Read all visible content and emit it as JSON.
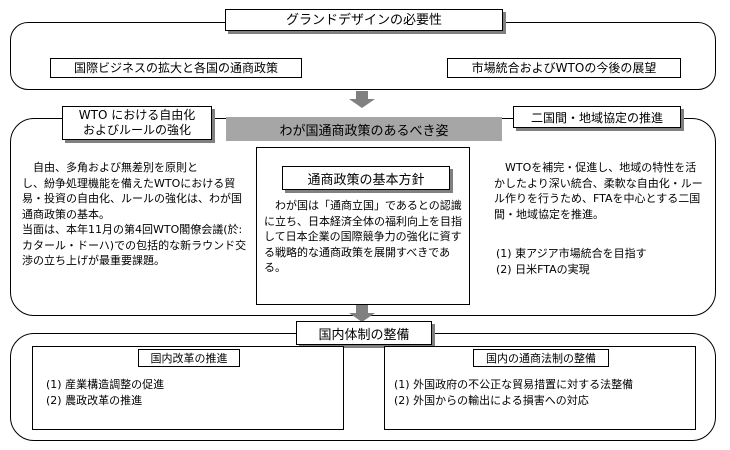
{
  "top": {
    "title": "グランドデザインの必要性",
    "left_item": "国際ビジネスの拡大と各国の通商政策",
    "right_item": "市場統合およびWTOの今後の展望"
  },
  "middle": {
    "banner": "わが国通商政策のあるべき姿",
    "left_title_line1": "WTO における自由化",
    "left_title_line2": "およびルールの強化",
    "left_text": "自由、多角および無差別を原則と\nし、紛争処理機能を備えたWTOにおける貿易・投資の自由化、ルールの強化は、わが国通商政策の基本。\n当面は、本年11月の第4回WTO閣僚会議(於:カタール・ドーハ)での包括的な新ラウンド交渉の立ち上げが最重要課題。",
    "center_title": "通商政策の基本方針",
    "center_text": "わが国は「通商立国」であるとの認識に立ち、日本経済全体の福利向上を目指して日本企業の国際競争力の強化に資する戦略的な通商政策を展開すべきである。",
    "right_title": "二国間・地域協定の推進",
    "right_text": "WTOを補完・促進し、地域の特性を活かしたより深い統合、柔軟な自由化・ルール作りを行うため、FTAを中心とする二国間・地域協定を推進。",
    "right_list": [
      "(1) 東アジア市場統合を目指す",
      "(2) 日米FTAの実現"
    ]
  },
  "bottom": {
    "title": "国内体制の整備",
    "left_title": "国内改革の推進",
    "left_list": [
      "(1) 産業構造調整の促進",
      "(2) 農政改革の推進"
    ],
    "right_title": "国内の通商法制の整備",
    "right_list": [
      "(1) 外国政府の不公正な貿易措置に対する法整備",
      "(2) 外国からの輸出による損害への対応"
    ]
  },
  "colors": {
    "banner": "#a6a6a6",
    "arrow": "#808080",
    "shadow": "#808080"
  }
}
